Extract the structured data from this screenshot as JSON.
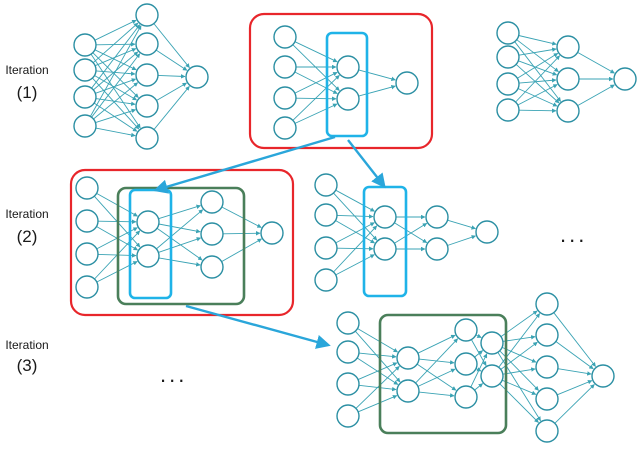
{
  "labels": {
    "iteration_word": "Iteration",
    "iter1": "(1)",
    "iter2": "(2)",
    "iter3": "(3)",
    "ellipsis": "..."
  },
  "colors": {
    "node_stroke": "#2b8fa3",
    "edge": "#3aa3b4",
    "red_box": "#e8262b",
    "cyan_box": "#1fb3e8",
    "green_box": "#4a7f5a",
    "arrow": "#2aa6da"
  }
}
